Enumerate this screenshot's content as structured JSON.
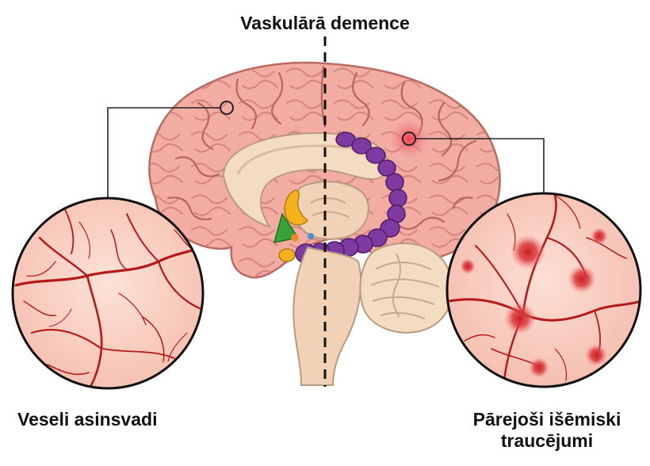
{
  "title": "Vaskulārā demence",
  "left_panel": {
    "caption": "Veseli asinsvadi"
  },
  "right_panel": {
    "caption_line1": "Pārejoši išēmiski",
    "caption_line2": "traucējumi"
  },
  "colors": {
    "brain": "#f2aca2",
    "brain_stroke": "#b96a62",
    "inner": "#f4dcc2",
    "hippocampus": "#7e3aa0",
    "vessel": "#b51818",
    "lesion": "#e24848",
    "healthy_tissue": "#fbd3c6",
    "damaged_tissue": "#f9cfc5",
    "divider": "#111111"
  },
  "icons": [
    "healthy-vessels-magnifier-icon",
    "ischemic-lesion-magnifier-icon",
    "brain-sagittal-icon"
  ]
}
